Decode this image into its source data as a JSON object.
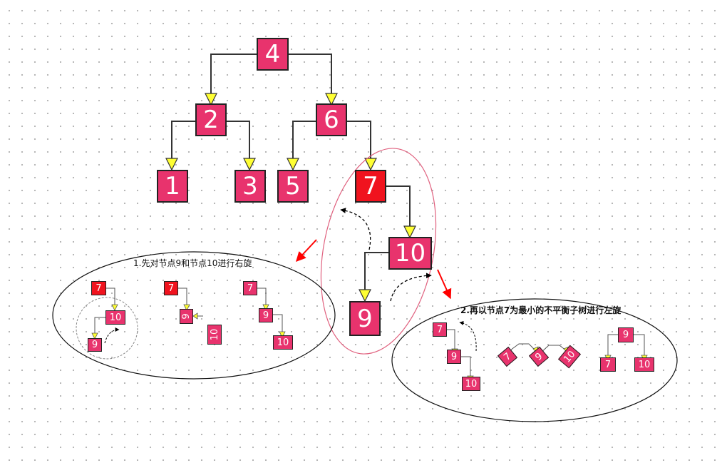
{
  "main_tree": {
    "n4": "4",
    "n2": "2",
    "n6": "6",
    "n1": "1",
    "n3": "3",
    "n5": "5",
    "n7": "7",
    "n10": "10",
    "n9": "9"
  },
  "step1": {
    "caption": "1.先对节点9和节点10进行右旋",
    "a": {
      "n7": "7",
      "n10": "10",
      "n9": "9"
    },
    "b": {
      "n7": "7",
      "n9": "9",
      "n10": "10"
    },
    "c": {
      "n7": "7",
      "n9": "9",
      "n10": "10"
    }
  },
  "step2": {
    "caption": "2.再以节点7为最小的不平衡子树进行左旋",
    "a": {
      "n7": "7",
      "n9": "9",
      "n10": "10"
    },
    "b": {
      "n7": "7",
      "n9": "9",
      "n10": "10"
    },
    "c": {
      "n9": "9",
      "n7": "7",
      "n10": "10"
    }
  },
  "colors": {
    "node_fill": "#e8336d",
    "highlight_fill": "#f0131e",
    "arrow_head": "#ffff33",
    "pointer_arrow": "#ff0000",
    "highlight_ellipse": "#e0607e"
  }
}
